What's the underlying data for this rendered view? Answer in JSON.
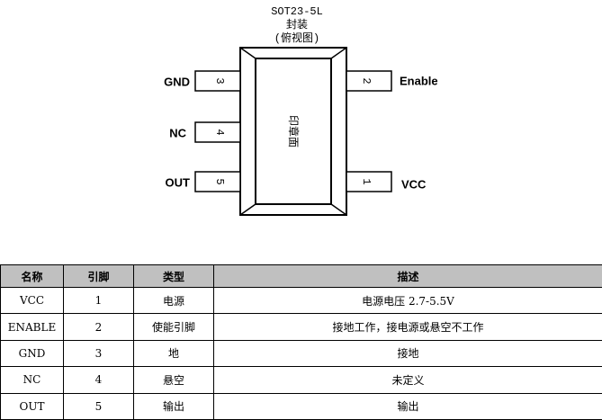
{
  "package": {
    "name": "SOT23-5L",
    "type_label": "封装",
    "view_label": "(俯视图)",
    "marking_label": "印章面"
  },
  "pins_diagram": {
    "left": [
      {
        "number": "3",
        "label": "GND"
      },
      {
        "number": "4",
        "label": "NC"
      },
      {
        "number": "5",
        "label": "OUT"
      }
    ],
    "right": [
      {
        "number": "2",
        "label": "Enable"
      },
      {
        "number": "1",
        "label": "VCC"
      }
    ]
  },
  "table": {
    "headers": [
      "名称",
      "引脚",
      "类型",
      "描述"
    ],
    "rows": [
      [
        "VCC",
        "1",
        "电源",
        "电源电压 2.7-5.5V"
      ],
      [
        "ENABLE",
        "2",
        "使能引脚",
        "接地工作，接电源或悬空不工作"
      ],
      [
        "GND",
        "3",
        "地",
        "接地"
      ],
      [
        "NC",
        "4",
        "悬空",
        "未定义"
      ],
      [
        "OUT",
        "5",
        "输出",
        "输出"
      ]
    ]
  }
}
